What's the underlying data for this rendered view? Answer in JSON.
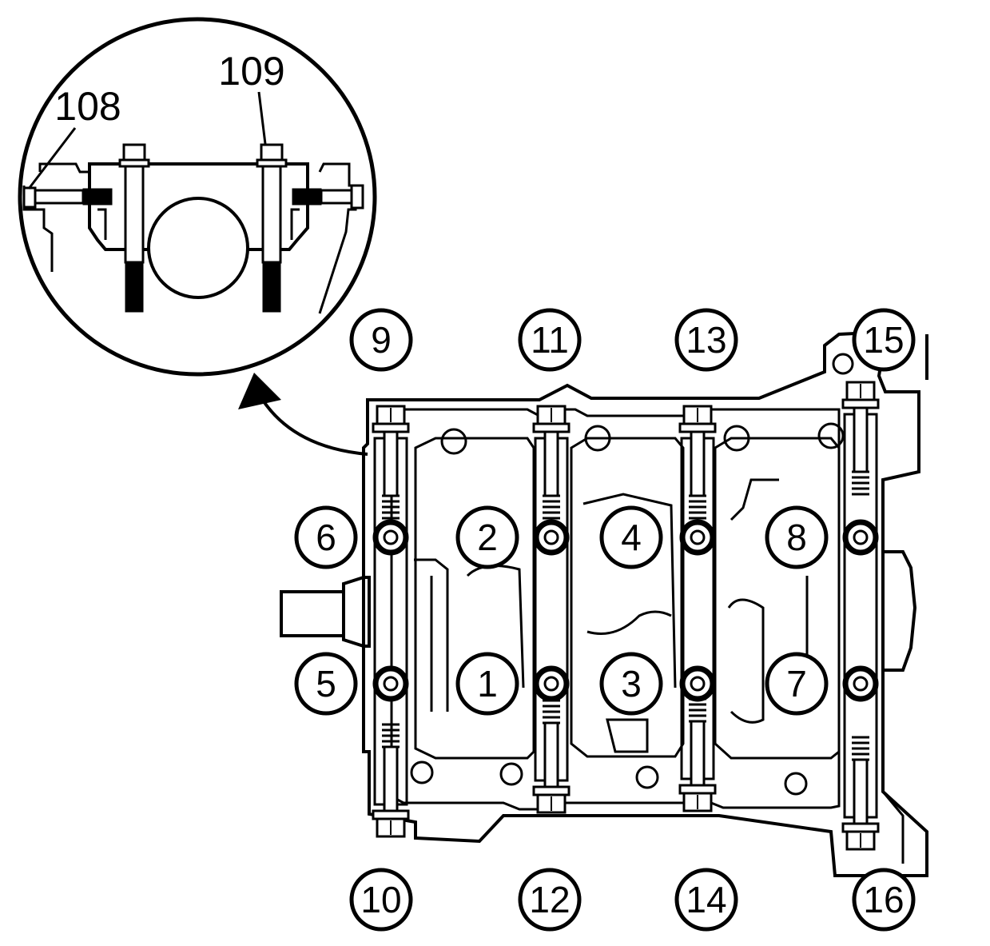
{
  "callouts": {
    "c108": "108",
    "c109": "109"
  },
  "sequence": [
    {
      "id": "seq-1",
      "label": "1"
    },
    {
      "id": "seq-2",
      "label": "2"
    },
    {
      "id": "seq-3",
      "label": "3"
    },
    {
      "id": "seq-4",
      "label": "4"
    },
    {
      "id": "seq-5",
      "label": "5"
    },
    {
      "id": "seq-6",
      "label": "6"
    },
    {
      "id": "seq-7",
      "label": "7"
    },
    {
      "id": "seq-8",
      "label": "8"
    },
    {
      "id": "seq-9",
      "label": "9"
    },
    {
      "id": "seq-10",
      "label": "10"
    },
    {
      "id": "seq-11",
      "label": "11"
    },
    {
      "id": "seq-12",
      "label": "12"
    },
    {
      "id": "seq-13",
      "label": "13"
    },
    {
      "id": "seq-14",
      "label": "14"
    },
    {
      "id": "seq-15",
      "label": "15"
    },
    {
      "id": "seq-16",
      "label": "16"
    }
  ],
  "colors": {
    "line": "#000000",
    "background": "#ffffff"
  }
}
